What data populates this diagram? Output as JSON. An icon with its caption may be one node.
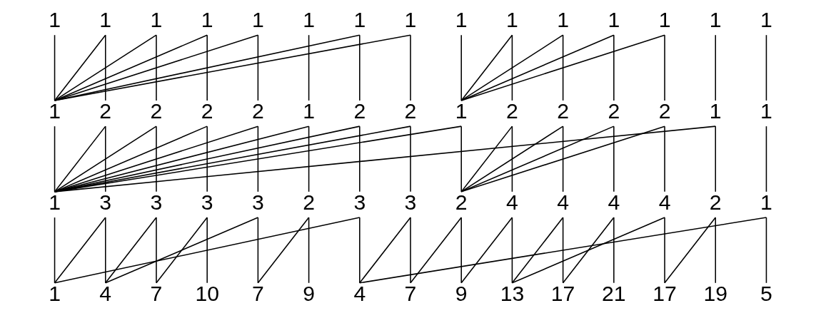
{
  "diagram": {
    "nodes": [
      {
        "text": [
          "1"
        ]
      },
      {
        "text": [
          "1"
        ]
      },
      {
        "text": [
          "1"
        ]
      },
      {
        "text": [
          "1"
        ]
      },
      {
        "text": [
          "1"
        ]
      },
      {
        "text": [
          "1"
        ]
      },
      {
        "text": [
          "1"
        ]
      },
      {
        "text": [
          "1"
        ]
      },
      {
        "text": [
          "1"
        ]
      },
      {
        "text": [
          "1"
        ]
      },
      {
        "text": [
          "1"
        ]
      },
      {
        "text": [
          "1"
        ]
      },
      {
        "text": [
          "1"
        ]
      },
      {
        "text": [
          "1"
        ]
      },
      {
        "text": [
          "1"
        ]
      },
      {
        "text": [
          "1"
        ]
      },
      {
        "text": [
          "2"
        ]
      },
      {
        "text": [
          "2"
        ]
      },
      {
        "text": [
          "2"
        ]
      },
      {
        "text": [
          "2"
        ]
      },
      {
        "text": [
          "1"
        ]
      },
      {
        "text": [
          "2"
        ]
      },
      {
        "text": [
          "2"
        ]
      },
      {
        "text": [
          "1"
        ]
      },
      {
        "text": [
          "2"
        ]
      },
      {
        "text": [
          "2"
        ]
      },
      {
        "text": [
          "2"
        ]
      },
      {
        "text": [
          "2"
        ]
      },
      {
        "text": [
          "1"
        ]
      },
      {
        "text": [
          "1"
        ]
      },
      {
        "text": [
          "1"
        ]
      },
      {
        "text": [
          "3"
        ]
      },
      {
        "text": [
          "3"
        ]
      },
      {
        "text": [
          "3"
        ]
      },
      {
        "text": [
          "3"
        ]
      },
      {
        "text": [
          "2"
        ]
      },
      {
        "text": [
          "3"
        ]
      },
      {
        "text": [
          "3"
        ]
      },
      {
        "text": [
          "2"
        ]
      },
      {
        "text": [
          "4"
        ]
      },
      {
        "text": [
          "4"
        ]
      },
      {
        "text": [
          "4"
        ]
      },
      {
        "text": [
          "4"
        ]
      },
      {
        "text": [
          "2"
        ]
      },
      {
        "text": [
          "1"
        ]
      },
      {
        "text": [
          "1"
        ]
      },
      {
        "text": [
          "4"
        ]
      },
      {
        "text": [
          "7"
        ]
      },
      {
        "text": [
          "10"
        ]
      },
      {
        "text": [
          "7"
        ]
      },
      {
        "text": [
          "9"
        ]
      },
      {
        "text": [
          "4"
        ]
      },
      {
        "text": [
          "7"
        ]
      },
      {
        "text": [
          "9"
        ]
      },
      {
        "text": [
          "13"
        ]
      },
      {
        "text": [
          "17"
        ]
      },
      {
        "text": [
          "21"
        ]
      },
      {
        "text": [
          "17"
        ]
      },
      {
        "text": [
          "19"
        ]
      },
      {
        "text": [
          "5"
        ]
      }
    ],
    "edges": [
      {
        "from": 0,
        "to": 15,
        "arrow": "none"
      },
      {
        "from": 1,
        "to": 15,
        "arrow": "none"
      },
      {
        "from": 2,
        "to": 15,
        "arrow": "none"
      },
      {
        "from": 3,
        "to": 15,
        "arrow": "none"
      },
      {
        "from": 4,
        "to": 15,
        "arrow": "none"
      },
      {
        "from": 6,
        "to": 15,
        "arrow": "none"
      },
      {
        "from": 7,
        "to": 15,
        "arrow": "none"
      },
      {
        "from": 1,
        "to": 16,
        "arrow": "none"
      },
      {
        "from": 2,
        "to": 17,
        "arrow": "none"
      },
      {
        "from": 3,
        "to": 18,
        "arrow": "none"
      },
      {
        "from": 4,
        "to": 19,
        "arrow": "none"
      },
      {
        "from": 5,
        "to": 20,
        "arrow": "none"
      },
      {
        "from": 6,
        "to": 21,
        "arrow": "none"
      },
      {
        "from": 7,
        "to": 22,
        "arrow": "none"
      },
      {
        "from": 8,
        "to": 23,
        "arrow": "none"
      },
      {
        "from": 9,
        "to": 23,
        "arrow": "none"
      },
      {
        "from": 10,
        "to": 23,
        "arrow": "none"
      },
      {
        "from": 11,
        "to": 23,
        "arrow": "none"
      },
      {
        "from": 12,
        "to": 23,
        "arrow": "none"
      },
      {
        "from": 9,
        "to": 24,
        "arrow": "none"
      },
      {
        "from": 10,
        "to": 25,
        "arrow": "none"
      },
      {
        "from": 11,
        "to": 26,
        "arrow": "none"
      },
      {
        "from": 12,
        "to": 27,
        "arrow": "none"
      },
      {
        "from": 13,
        "to": 28,
        "arrow": "none"
      },
      {
        "from": 14,
        "to": 29,
        "arrow": "none"
      },
      {
        "from": 15,
        "to": 30,
        "arrow": "none"
      },
      {
        "from": 16,
        "to": 30,
        "arrow": "none"
      },
      {
        "from": 17,
        "to": 30,
        "arrow": "none"
      },
      {
        "from": 18,
        "to": 30,
        "arrow": "none"
      },
      {
        "from": 19,
        "to": 30,
        "arrow": "none"
      },
      {
        "from": 20,
        "to": 30,
        "arrow": "none"
      },
      {
        "from": 21,
        "to": 30,
        "arrow": "none"
      },
      {
        "from": 22,
        "to": 30,
        "arrow": "none"
      },
      {
        "from": 23,
        "to": 30,
        "arrow": "none"
      },
      {
        "from": 28,
        "to": 30,
        "arrow": "none"
      },
      {
        "from": 16,
        "to": 31,
        "arrow": "none"
      },
      {
        "from": 17,
        "to": 32,
        "arrow": "none"
      },
      {
        "from": 18,
        "to": 33,
        "arrow": "none"
      },
      {
        "from": 19,
        "to": 34,
        "arrow": "none"
      },
      {
        "from": 20,
        "to": 35,
        "arrow": "none"
      },
      {
        "from": 21,
        "to": 36,
        "arrow": "none"
      },
      {
        "from": 22,
        "to": 37,
        "arrow": "none"
      },
      {
        "from": 23,
        "to": 38,
        "arrow": "none"
      },
      {
        "from": 24,
        "to": 38,
        "arrow": "none"
      },
      {
        "from": 25,
        "to": 38,
        "arrow": "none"
      },
      {
        "from": 26,
        "to": 38,
        "arrow": "none"
      },
      {
        "from": 27,
        "to": 38,
        "arrow": "none"
      },
      {
        "from": 24,
        "to": 39,
        "arrow": "none"
      },
      {
        "from": 25,
        "to": 40,
        "arrow": "none"
      },
      {
        "from": 26,
        "to": 41,
        "arrow": "none"
      },
      {
        "from": 27,
        "to": 42,
        "arrow": "none"
      },
      {
        "from": 28,
        "to": 43,
        "arrow": "none"
      },
      {
        "from": 29,
        "to": 44,
        "arrow": "none"
      },
      {
        "from": 30,
        "to": 45,
        "arrow": "none"
      },
      {
        "from": 31,
        "to": 45,
        "arrow": "none"
      },
      {
        "from": 36,
        "to": 45,
        "arrow": "none"
      },
      {
        "from": 31,
        "to": 46,
        "arrow": "none"
      },
      {
        "from": 32,
        "to": 46,
        "arrow": "none"
      },
      {
        "from": 34,
        "to": 46,
        "arrow": "none"
      },
      {
        "from": 32,
        "to": 47,
        "arrow": "none"
      },
      {
        "from": 33,
        "to": 47,
        "arrow": "none"
      },
      {
        "from": 33,
        "to": 48,
        "arrow": "none"
      },
      {
        "from": 34,
        "to": 49,
        "arrow": "none"
      },
      {
        "from": 35,
        "to": 49,
        "arrow": "none"
      },
      {
        "from": 35,
        "to": 50,
        "arrow": "none"
      },
      {
        "from": 36,
        "to": 51,
        "arrow": "none"
      },
      {
        "from": 37,
        "to": 51,
        "arrow": "none"
      },
      {
        "from": 44,
        "to": 51,
        "arrow": "none"
      },
      {
        "from": 37,
        "to": 52,
        "arrow": "none"
      },
      {
        "from": 38,
        "to": 52,
        "arrow": "none"
      },
      {
        "from": 38,
        "to": 53,
        "arrow": "none"
      },
      {
        "from": 39,
        "to": 53,
        "arrow": "none"
      },
      {
        "from": 39,
        "to": 54,
        "arrow": "none"
      },
      {
        "from": 40,
        "to": 54,
        "arrow": "none"
      },
      {
        "from": 42,
        "to": 54,
        "arrow": "none"
      },
      {
        "from": 40,
        "to": 55,
        "arrow": "none"
      },
      {
        "from": 41,
        "to": 55,
        "arrow": "none"
      },
      {
        "from": 41,
        "to": 56,
        "arrow": "none"
      },
      {
        "from": 42,
        "to": 57,
        "arrow": "none"
      },
      {
        "from": 43,
        "to": 57,
        "arrow": "none"
      },
      {
        "from": 43,
        "to": 58,
        "arrow": "none"
      },
      {
        "from": 44,
        "to": 59,
        "arrow": "none"
      }
    ]
  }
}
